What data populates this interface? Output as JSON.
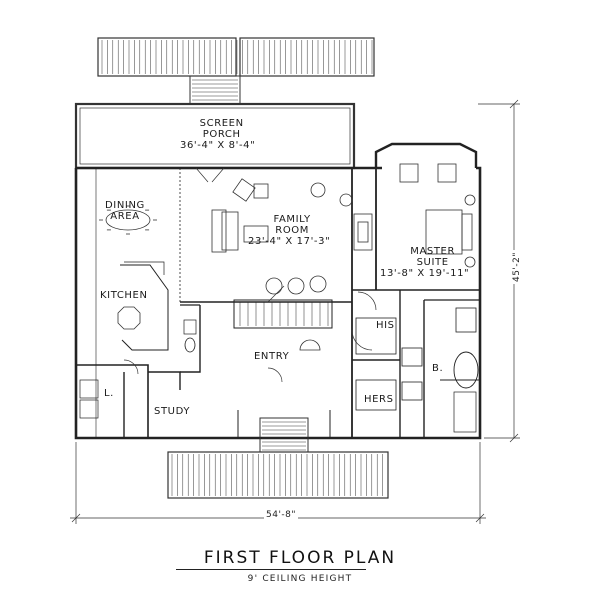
{
  "plan": {
    "title": "FIRST FLOOR PLAN",
    "subtitle": "9' CEILING HEIGHT",
    "overall_width": "54'-8\"",
    "overall_depth": "45'-2\""
  },
  "rooms": {
    "screen_porch": {
      "name_line1": "SCREEN",
      "name_line2": "PORCH",
      "size": "36'-4\" X 8'-4\""
    },
    "dining": {
      "name_line1": "DINING",
      "name_line2": "AREA"
    },
    "family": {
      "name_line1": "FAMILY",
      "name_line2": "ROOM",
      "size": "23'-4\" X 17'-3\""
    },
    "master": {
      "name_line1": "MASTER",
      "name_line2": "SUITE",
      "size": "13'-8\" X 19'-11\""
    },
    "kitchen": {
      "name": "KITCHEN"
    },
    "his": {
      "name": "HIS"
    },
    "entry": {
      "name": "ENTRY"
    },
    "bath": {
      "name": "B."
    },
    "laundry": {
      "name": "L."
    },
    "hers": {
      "name": "HERS"
    },
    "study": {
      "name": "STUDY"
    }
  }
}
